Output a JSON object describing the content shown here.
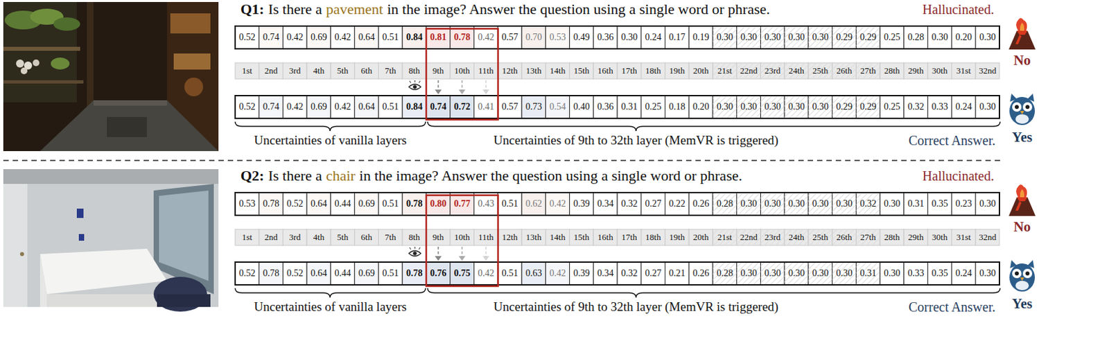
{
  "diagram": {
    "labels": [
      "Q1:",
      "Is there a",
      "pavement",
      "in the image? Answer the question using a single word or phrase.",
      "Hallucinated.",
      "0.52",
      "0.74",
      "0.42",
      "0.69",
      "0.42",
      "0.64",
      "0.51",
      "0.84",
      "0.81",
      "0.78",
      "0.42",
      "0.57",
      "0.70",
      "0.53",
      "0.49",
      "0.36",
      "0.30",
      "0.24",
      "0.17",
      "0.19",
      "0.30",
      "0.30",
      "0.30",
      "0.30",
      "0.30",
      "0.29",
      "0.29",
      "0.25",
      "0.28",
      "0.30",
      "0.20",
      "0.30",
      "1st",
      "2nd",
      "3rd",
      "4th",
      "5th",
      "6th",
      "7th",
      "8th",
      "9th",
      "10th",
      "11th",
      "12th",
      "13th",
      "14th",
      "15th",
      "16th",
      "17th",
      "18th",
      "19th",
      "20th",
      "21st",
      "22nd",
      "23rd",
      "24th",
      "25th",
      "26th",
      "27th",
      "28th",
      "29th",
      "30th",
      "31st",
      "32nd",
      "No",
      "0.52",
      "0.74",
      "0.42",
      "0.69",
      "0.42",
      "0.64",
      "0.51",
      "0.84",
      "0.74",
      "0.72",
      "0.41",
      "0.57",
      "0.73",
      "0.54",
      "0.40",
      "0.36",
      "0.31",
      "0.25",
      "0.18",
      "0.20",
      "0.30",
      "0.30",
      "0.30",
      "0.30",
      "0.30",
      "0.29",
      "0.29",
      "0.25",
      "0.32",
      "0.33",
      "0.24",
      "0.30",
      "Uncertainties of vanilla layers",
      "Uncertainties of 9th to 32th layer (MemVR is triggered)",
      "Correct Answer.",
      "Yes",
      "Q2:",
      "Is there a",
      "chair",
      "in the image? Answer the question using a single word or phrase.",
      "Hallucinated.",
      "0.53",
      "0.78",
      "0.52",
      "0.64",
      "0.44",
      "0.69",
      "0.51",
      "0.78",
      "0.80",
      "0.77",
      "0.43",
      "0.51",
      "0.62",
      "0.42",
      "0.39",
      "0.34",
      "0.32",
      "0.27",
      "0.22",
      "0.26",
      "0.28",
      "0.30",
      "0.30",
      "0.30",
      "0.30",
      "0.30",
      "0.32",
      "0.30",
      "0.31",
      "0.35",
      "0.23",
      "0.30",
      "1st",
      "2nd",
      "3rd",
      "4th",
      "5th",
      "6th",
      "7th",
      "8th",
      "9th",
      "10th",
      "11th",
      "12th",
      "13th",
      "14th",
      "15th",
      "16th",
      "17th",
      "18th",
      "19th",
      "20th",
      "21st",
      "22nd",
      "23rd",
      "24th",
      "25th",
      "26th",
      "27th",
      "28th",
      "29th",
      "30th",
      "31st",
      "32nd",
      "No",
      "0.52",
      "0.78",
      "0.52",
      "0.64",
      "0.44",
      "0.69",
      "0.51",
      "0.78",
      "0.76",
      "0.75",
      "0.42",
      "0.51",
      "0.63",
      "0.42",
      "0.39",
      "0.34",
      "0.32",
      "0.27",
      "0.21",
      "0.26",
      "0.28",
      "0.30",
      "0.30",
      "0.30",
      "0.30",
      "0.30",
      "0.31",
      "0.30",
      "0.33",
      "0.35",
      "0.24",
      "0.30",
      "Uncertainties of vanilla layers",
      "Uncertainties of 9th to 32th layer (MemVR is triggered)",
      "Correct Answer.",
      "Yes"
    ]
  }
}
